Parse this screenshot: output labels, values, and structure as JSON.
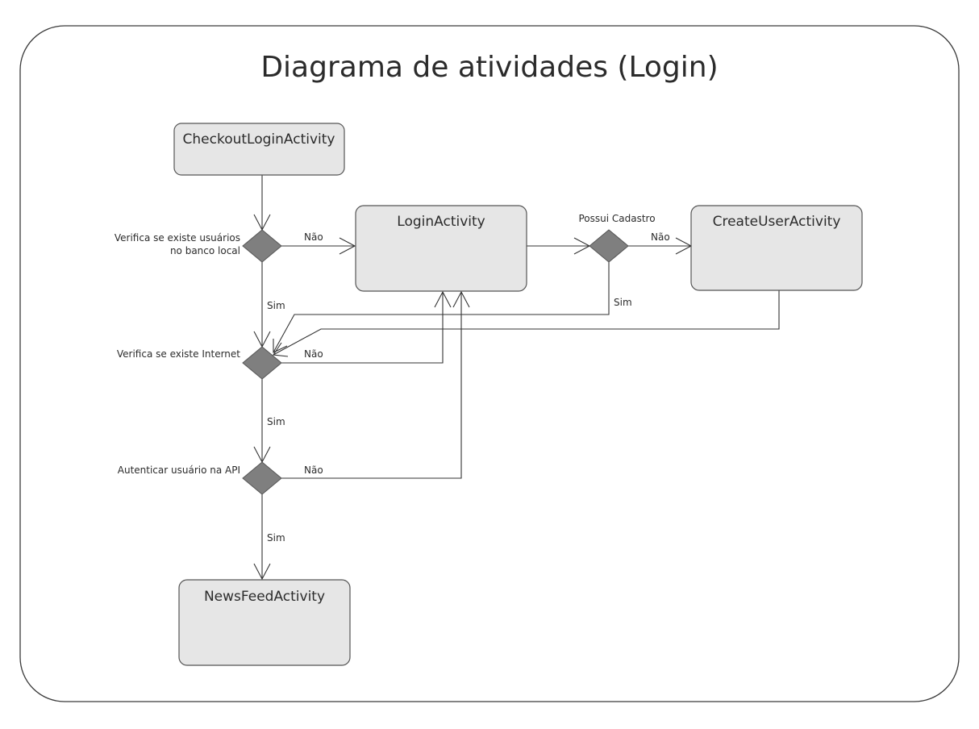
{
  "title": "Diagrama de atividades (Login)",
  "nodes": {
    "checkout": "CheckoutLoginActivity",
    "login": "LoginActivity",
    "create_user": "CreateUserActivity",
    "news_feed": "NewsFeedActivity"
  },
  "decisions": {
    "local_user_line1": "Verifica se existe usuários",
    "local_user_line2": "no banco local",
    "internet": "Verifica se existe Internet",
    "api_auth": "Autenticar usuário na API",
    "has_account": "Possui Cadastro"
  },
  "edge_labels": {
    "no_local_user": "Não",
    "yes_local_user": "Sim",
    "no_internet": "Não",
    "yes_internet": "Sim",
    "no_api": "Não",
    "yes_api": "Sim",
    "no_account": "Não",
    "yes_account": "Sim"
  }
}
